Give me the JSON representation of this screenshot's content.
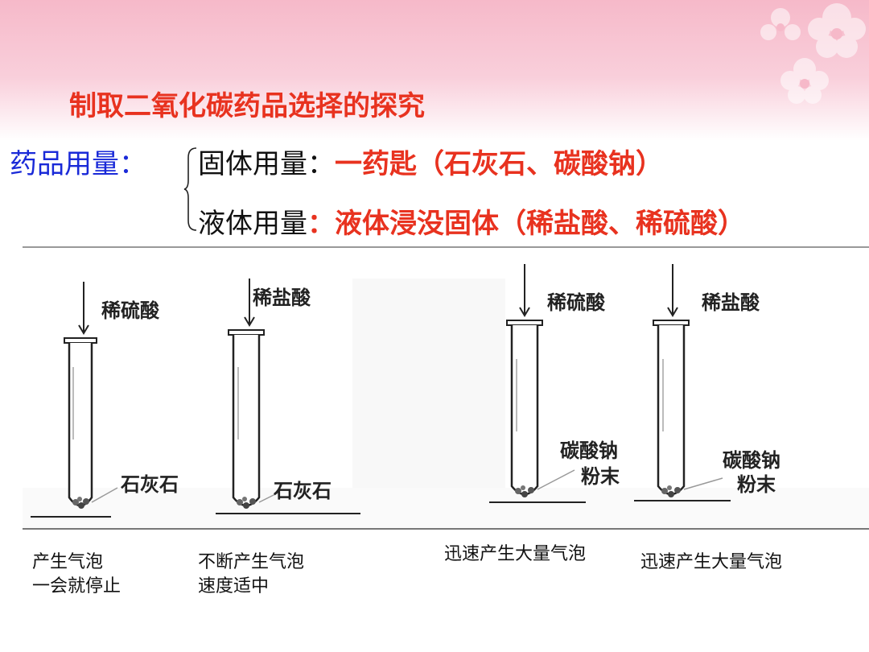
{
  "title": "制取二氧化碳药品选择的探究",
  "dosage": {
    "label": "药品用量",
    "colon": "：",
    "solid_label": "固体用量：",
    "solid_value": "一药匙（石灰石、碳酸钠）",
    "liquid_label": "液体用量",
    "liquid_colon": "：",
    "liquid_value": "液体浸没固体（稀盐酸、稀硫酸）"
  },
  "experiments": [
    {
      "acid": "稀硫酸",
      "solid": "石灰石",
      "obs1": "产生气泡",
      "obs2": "一会就停止"
    },
    {
      "acid": "稀盐酸",
      "solid": "石灰石",
      "obs1": "不断产生气泡",
      "obs2": "速度适中"
    },
    {
      "acid": "稀硫酸",
      "solid1": "碳酸钠",
      "solid2": "粉末",
      "obs1": "迅速产生大量气泡"
    },
    {
      "acid": "稀盐酸",
      "solid1": "碳酸钠",
      "solid2": "粉末",
      "obs1": "迅速产生大量气泡"
    }
  ],
  "colors": {
    "title_red": "#e8321f",
    "label_blue": "#1a2ad8",
    "banner_pink": "#f6b9c9"
  }
}
